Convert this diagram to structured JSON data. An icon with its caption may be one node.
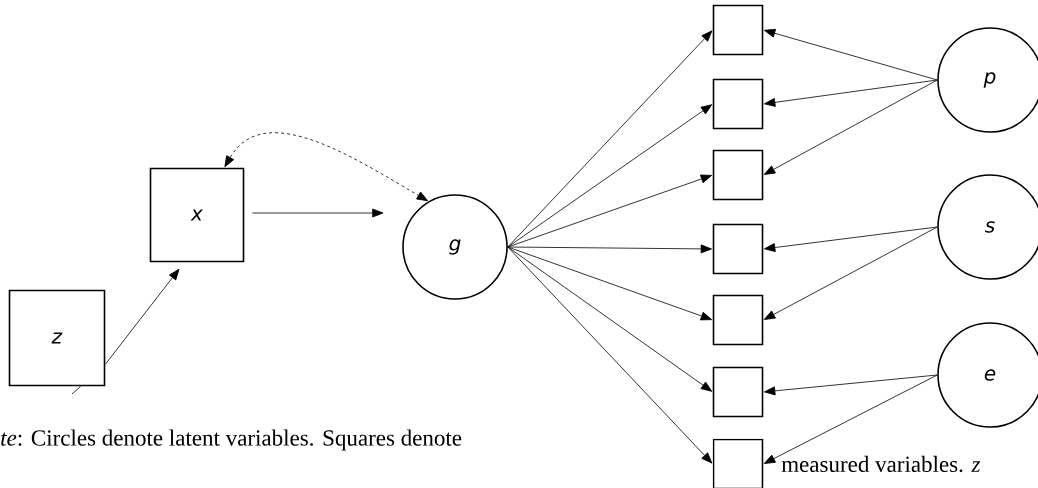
{
  "diagram": {
    "nodes": [
      {
        "text": [
          "*z*"
        ]
      },
      {
        "text": [
          "*x*"
        ]
      },
      {
        "text": [
          "*g*"
        ]
      },
      {
        "text": [],
        "shape": "box"
      },
      {
        "text": [],
        "shape": "box"
      },
      {
        "text": [],
        "shape": "box"
      },
      {
        "text": [],
        "shape": "box"
      },
      {
        "text": [],
        "shape": "box"
      },
      {
        "text": [],
        "shape": "box"
      },
      {
        "text": [],
        "shape": "box"
      },
      {
        "text": [
          "*p*"
        ]
      },
      {
        "text": [
          "*s*"
        ]
      },
      {
        "text": [
          "*e*"
        ]
      }
    ],
    "edges": [
      {
        "from": null,
        "to": 0,
        "arrow": "none"
      },
      {
        "from": 0,
        "to": 1,
        "arrow": "to"
      },
      {
        "from": 1,
        "to": 2,
        "arrow": "to"
      },
      {
        "from": 1,
        "to": 2,
        "arrow": "both",
        "style": "dashed"
      },
      {
        "from": 2,
        "to": 3,
        "arrow": "to"
      },
      {
        "from": 2,
        "to": 4,
        "arrow": "to"
      },
      {
        "from": 2,
        "to": 5,
        "arrow": "to"
      },
      {
        "from": 2,
        "to": 6,
        "arrow": "to"
      },
      {
        "from": 2,
        "to": 7,
        "arrow": "to"
      },
      {
        "from": 2,
        "to": 8,
        "arrow": "to"
      },
      {
        "from": 2,
        "to": 9,
        "arrow": "to"
      },
      {
        "from": 10,
        "to": 3,
        "arrow": "to"
      },
      {
        "from": 10,
        "to": 4,
        "arrow": "to"
      },
      {
        "from": 10,
        "to": 5,
        "arrow": "to"
      },
      {
        "from": 11,
        "to": 6,
        "arrow": "to"
      },
      {
        "from": 11,
        "to": 7,
        "arrow": "to"
      },
      {
        "from": 12,
        "to": 8,
        "arrow": "to"
      },
      {
        "from": 12,
        "to": 9,
        "arrow": "to"
      }
    ],
    "labels": [
      "*te*:  Circles denote latent variables. Squares denote",
      "measured variables. *z*"
    ]
  }
}
